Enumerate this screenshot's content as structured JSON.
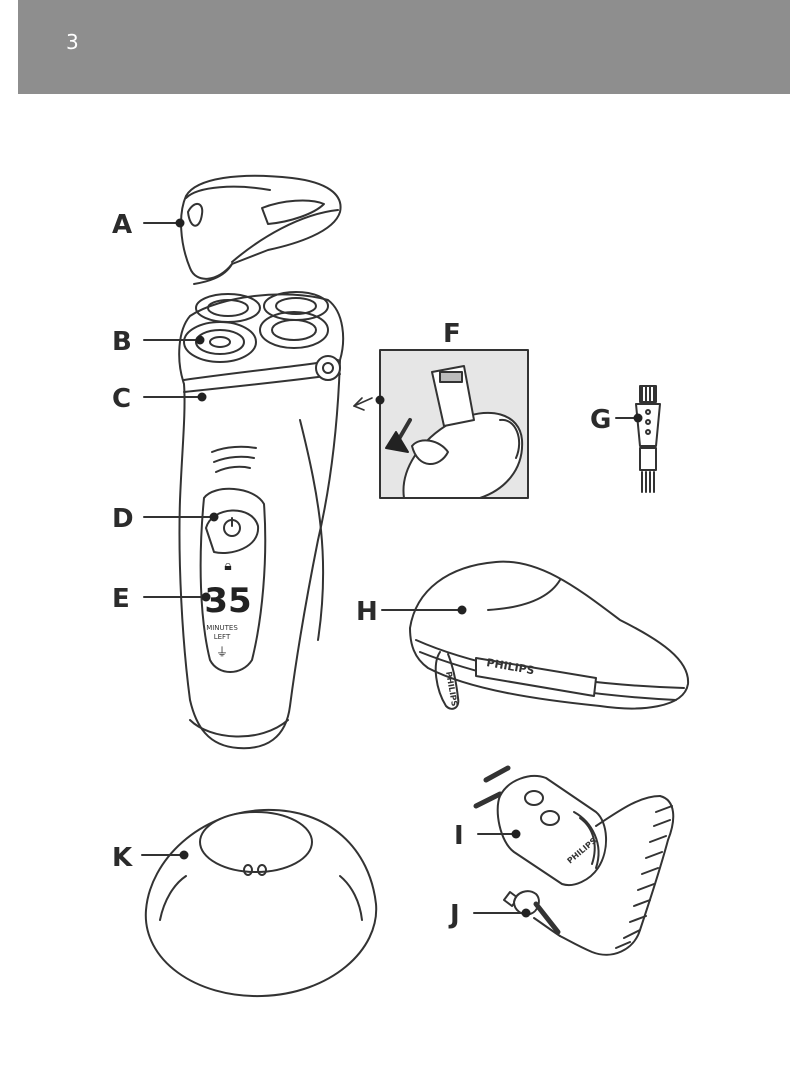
{
  "page": {
    "number": "3"
  },
  "labels": {
    "a": "A",
    "b": "B",
    "c": "C",
    "d": "D",
    "e": "E",
    "f": "F",
    "g": "G",
    "h": "H",
    "i": "I",
    "j": "J",
    "k": "K"
  },
  "display": {
    "digits": "35",
    "minutes": "MINUTES",
    "left": "LEFT"
  },
  "brand": {
    "pouch": "PHILIPS",
    "tag": "PHILIPS",
    "adapter": "PHILIPS"
  }
}
